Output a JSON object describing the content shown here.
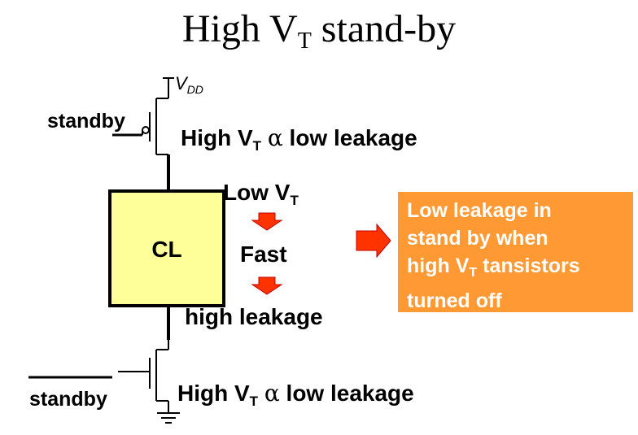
{
  "title": {
    "text": "High V",
    "sub": "T",
    "rest": " stand-by"
  },
  "vdd": {
    "text": "V",
    "sub": "DD"
  },
  "standby_top": "standby",
  "standby_bottom": "standby",
  "pmos_label": {
    "text": "High V",
    "sub": "T",
    "alpha": "α",
    "rest": "low leakage"
  },
  "nmos_label": {
    "text": "High V",
    "sub": "T",
    "alpha": "α",
    "rest": "low leakage"
  },
  "low_vt": {
    "text": "Low V",
    "sub": "T"
  },
  "fast": "Fast",
  "high_leakage": "high leakage",
  "cl": "CL",
  "note": {
    "line1": "Low leakage in",
    "line2": "stand by when",
    "line3_pre": "high V",
    "line3_sub": "T",
    "line3_post": " tansistors",
    "line4": "turned off"
  },
  "colors": {
    "cl_fill": "#ffff99",
    "note_fill": "#ff9933",
    "note_text": "#ffffff",
    "arrow_fill": "#ff3300",
    "arrow_edge": "#c00000"
  },
  "icons": [
    "pmos-transistor-icon",
    "nmos-transistor-icon",
    "ground-icon",
    "down-arrow-icon",
    "right-arrow-icon"
  ]
}
